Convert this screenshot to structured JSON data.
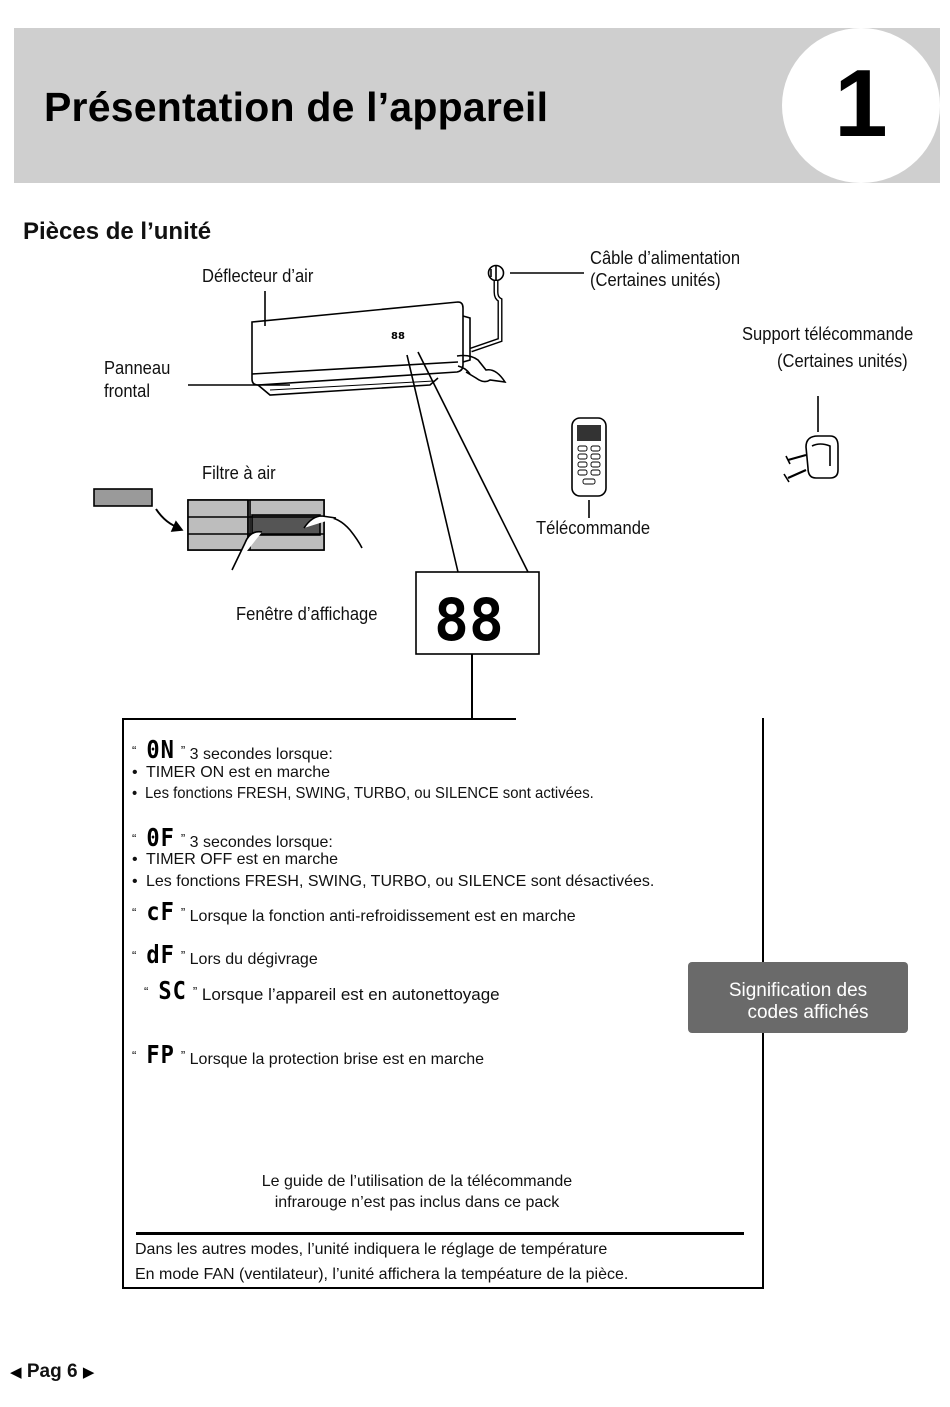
{
  "header": {
    "title": "Présentation de l’appareil",
    "chapter_number": "1"
  },
  "section": {
    "title": "Pièces de l’unité"
  },
  "labels": {
    "air_deflector": "Déflecteur d’air",
    "power_cable_1": "Câble d’alimentation",
    "power_cable_2": "(Certaines unités)",
    "front_panel_1": "Panneau",
    "front_panel_2": "frontal",
    "remote_holder_1": "Support télécommande",
    "remote_holder_2": "(Certaines unités)",
    "air_filter": "Filtre à air",
    "remote_control": "Télécommande",
    "display_window": "Fenêtre d’affichage",
    "unit_display_digits": "88",
    "display_digits": "88"
  },
  "codes": {
    "on": {
      "code": "0N",
      "text": "3 secondes lorsque:",
      "bullets": [
        "TIMER ON est en marche",
        "Les fonctions FRESH, SWING, TURBO, ou SILENCE sont activées."
      ]
    },
    "off": {
      "code": "0F",
      "text": "3 secondes lorsque:",
      "bullets": [
        "TIMER OFF est en marche",
        "Les fonctions FRESH, SWING, TURBO, ou SILENCE sont désactivées."
      ]
    },
    "cf": {
      "code": "cF",
      "text": "Lorsque la fonction anti-refroidissement est en marche"
    },
    "df": {
      "code": "dF",
      "text": "Lors du dégivrage"
    },
    "sc": {
      "code": "SC",
      "text": "Lorsque l’appareil est en autonettoyage"
    },
    "fp": {
      "code": "FP",
      "text": "Lorsque la protection brise est en marche"
    },
    "open_quote": "“",
    "close_quote": "”"
  },
  "meaning_badge": {
    "line1": "Signification des",
    "line2": "codes affichés"
  },
  "notes": {
    "guide_1": "Le guide de l’utilisation de la télécommande",
    "guide_2": "infrarouge n’est pas inclus dans ce pack",
    "mode_1": "Dans les autres modes, l’unité indiquera le réglage de température",
    "mode_2": "En mode FAN (ventilateur), l’unité affichera la tempéature de la pièce."
  },
  "footer": {
    "page_label": "Pag 6",
    "prev_icon": "left-triangle-icon",
    "next_icon": "right-triangle-icon"
  }
}
